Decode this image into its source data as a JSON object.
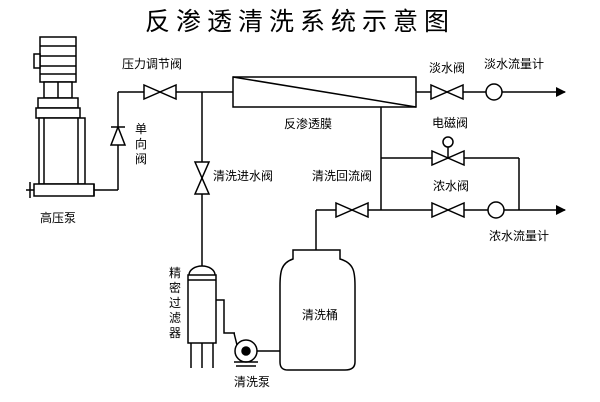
{
  "title": "反渗透清洗系统示意图",
  "labels": {
    "high_pressure_pump": "高压泵",
    "check_valve": "单向阀",
    "pressure_regulating_valve": "压力调节阀",
    "ro_membrane": "反渗透膜",
    "fresh_water_valve": "淡水阀",
    "fresh_water_flowmeter": "淡水流量计",
    "solenoid_valve": "电磁阀",
    "concentrate_valve": "浓水阀",
    "concentrate_flowmeter": "浓水流量计",
    "cleaning_inlet_valve": "清洗进水阀",
    "cleaning_return_valve": "清洗回流阀",
    "cleaning_tank": "清洗桶",
    "precision_filter": "精密过滤器",
    "cleaning_pump": "清洗泵"
  }
}
